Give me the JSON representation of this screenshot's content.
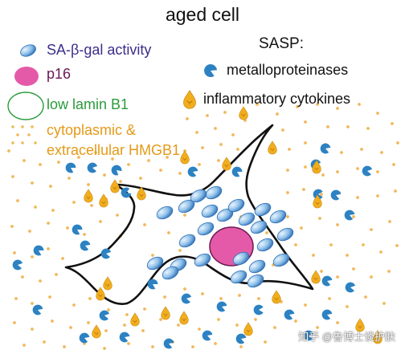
{
  "title": "aged cell",
  "legend": {
    "sa_beta_gal": "SA-β-gal activity",
    "p16": "p16",
    "lamin_b1": "low lamin B1",
    "hmgb1_line1": "cytoplasmic &",
    "hmgb1_line2": "extracellular HMGB1"
  },
  "sasp": {
    "heading": "SASP:",
    "metalloproteinases": "metalloproteinases",
    "cytokines": "inflammatory cytokines"
  },
  "watermark": "知乎 @鲁博士谈护肤",
  "colors": {
    "vesicle": "#4f8fcf",
    "nucleus": "#e55aa8",
    "lamin": "#2c9b3c",
    "hmgb1": "#f2b85a",
    "cytokine": "#f2ad1f",
    "metalloproteinase": "#2c82c2",
    "membrane": "#111111"
  },
  "icons": {
    "vesicle": "oval-vesicle-icon",
    "nucleus": "pink-nucleus-icon",
    "lamin": "green-ring-icon",
    "hmgb1": "orange-dot-icon",
    "metalloproteinase": "pacman-icon",
    "cytokine": "droplet-icon"
  }
}
